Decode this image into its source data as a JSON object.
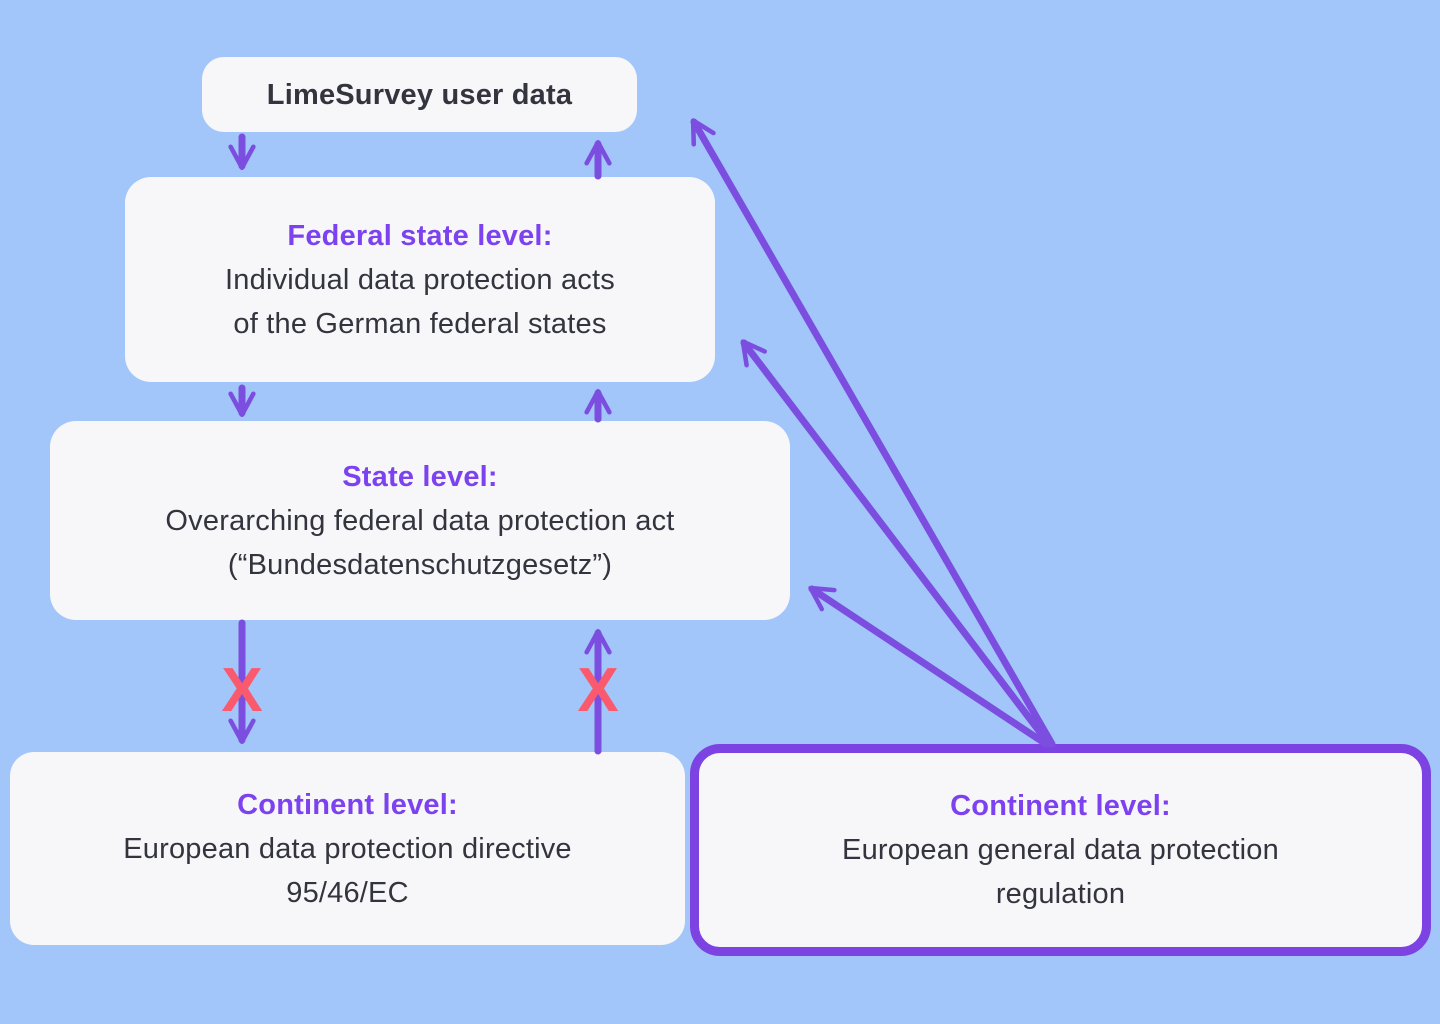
{
  "diagram": {
    "title_context": "LimeSurvey data protection hierarchy",
    "colors": {
      "background": "#A3C6FA",
      "node_background": "#F7F7FA",
      "heading_purple": "#7D42EF",
      "arrow_purple": "#7C4EE0",
      "gdpr_border_purple": "#7C42E2",
      "blocked_red": "#FA5A6E",
      "body_text": "#33343D"
    },
    "nodes": {
      "user_data": {
        "label": "LimeSurvey user data"
      },
      "federal_state_level": {
        "heading": "Federal state level:",
        "line1": "Individual data protection acts",
        "line2": "of the German federal states"
      },
      "state_level": {
        "heading": "State level:",
        "line1": "Overarching federal data protection act",
        "line2": "(“Bundesdatenschutzgesetz”)"
      },
      "continent_directive": {
        "heading": "Continent level:",
        "line1": "European data protection directive",
        "line2": "95/46/EC"
      },
      "continent_gdpr": {
        "heading": "Continent level:",
        "line1": "European general data protection",
        "line2": "regulation"
      }
    },
    "markers": {
      "blocked": "X"
    },
    "edges": [
      "user_data -> federal_state_level (down)",
      "federal_state_level -> user_data (up)",
      "federal_state_level -> state_level (down)",
      "state_level -> federal_state_level (up)",
      "state_level -> continent_directive (down, blocked X)",
      "continent_directive -> state_level (up, blocked X)",
      "continent_gdpr -> user_data (diagonal up)",
      "continent_gdpr -> federal_state_level (diagonal up)",
      "continent_gdpr -> state_level (diagonal up)"
    ]
  }
}
